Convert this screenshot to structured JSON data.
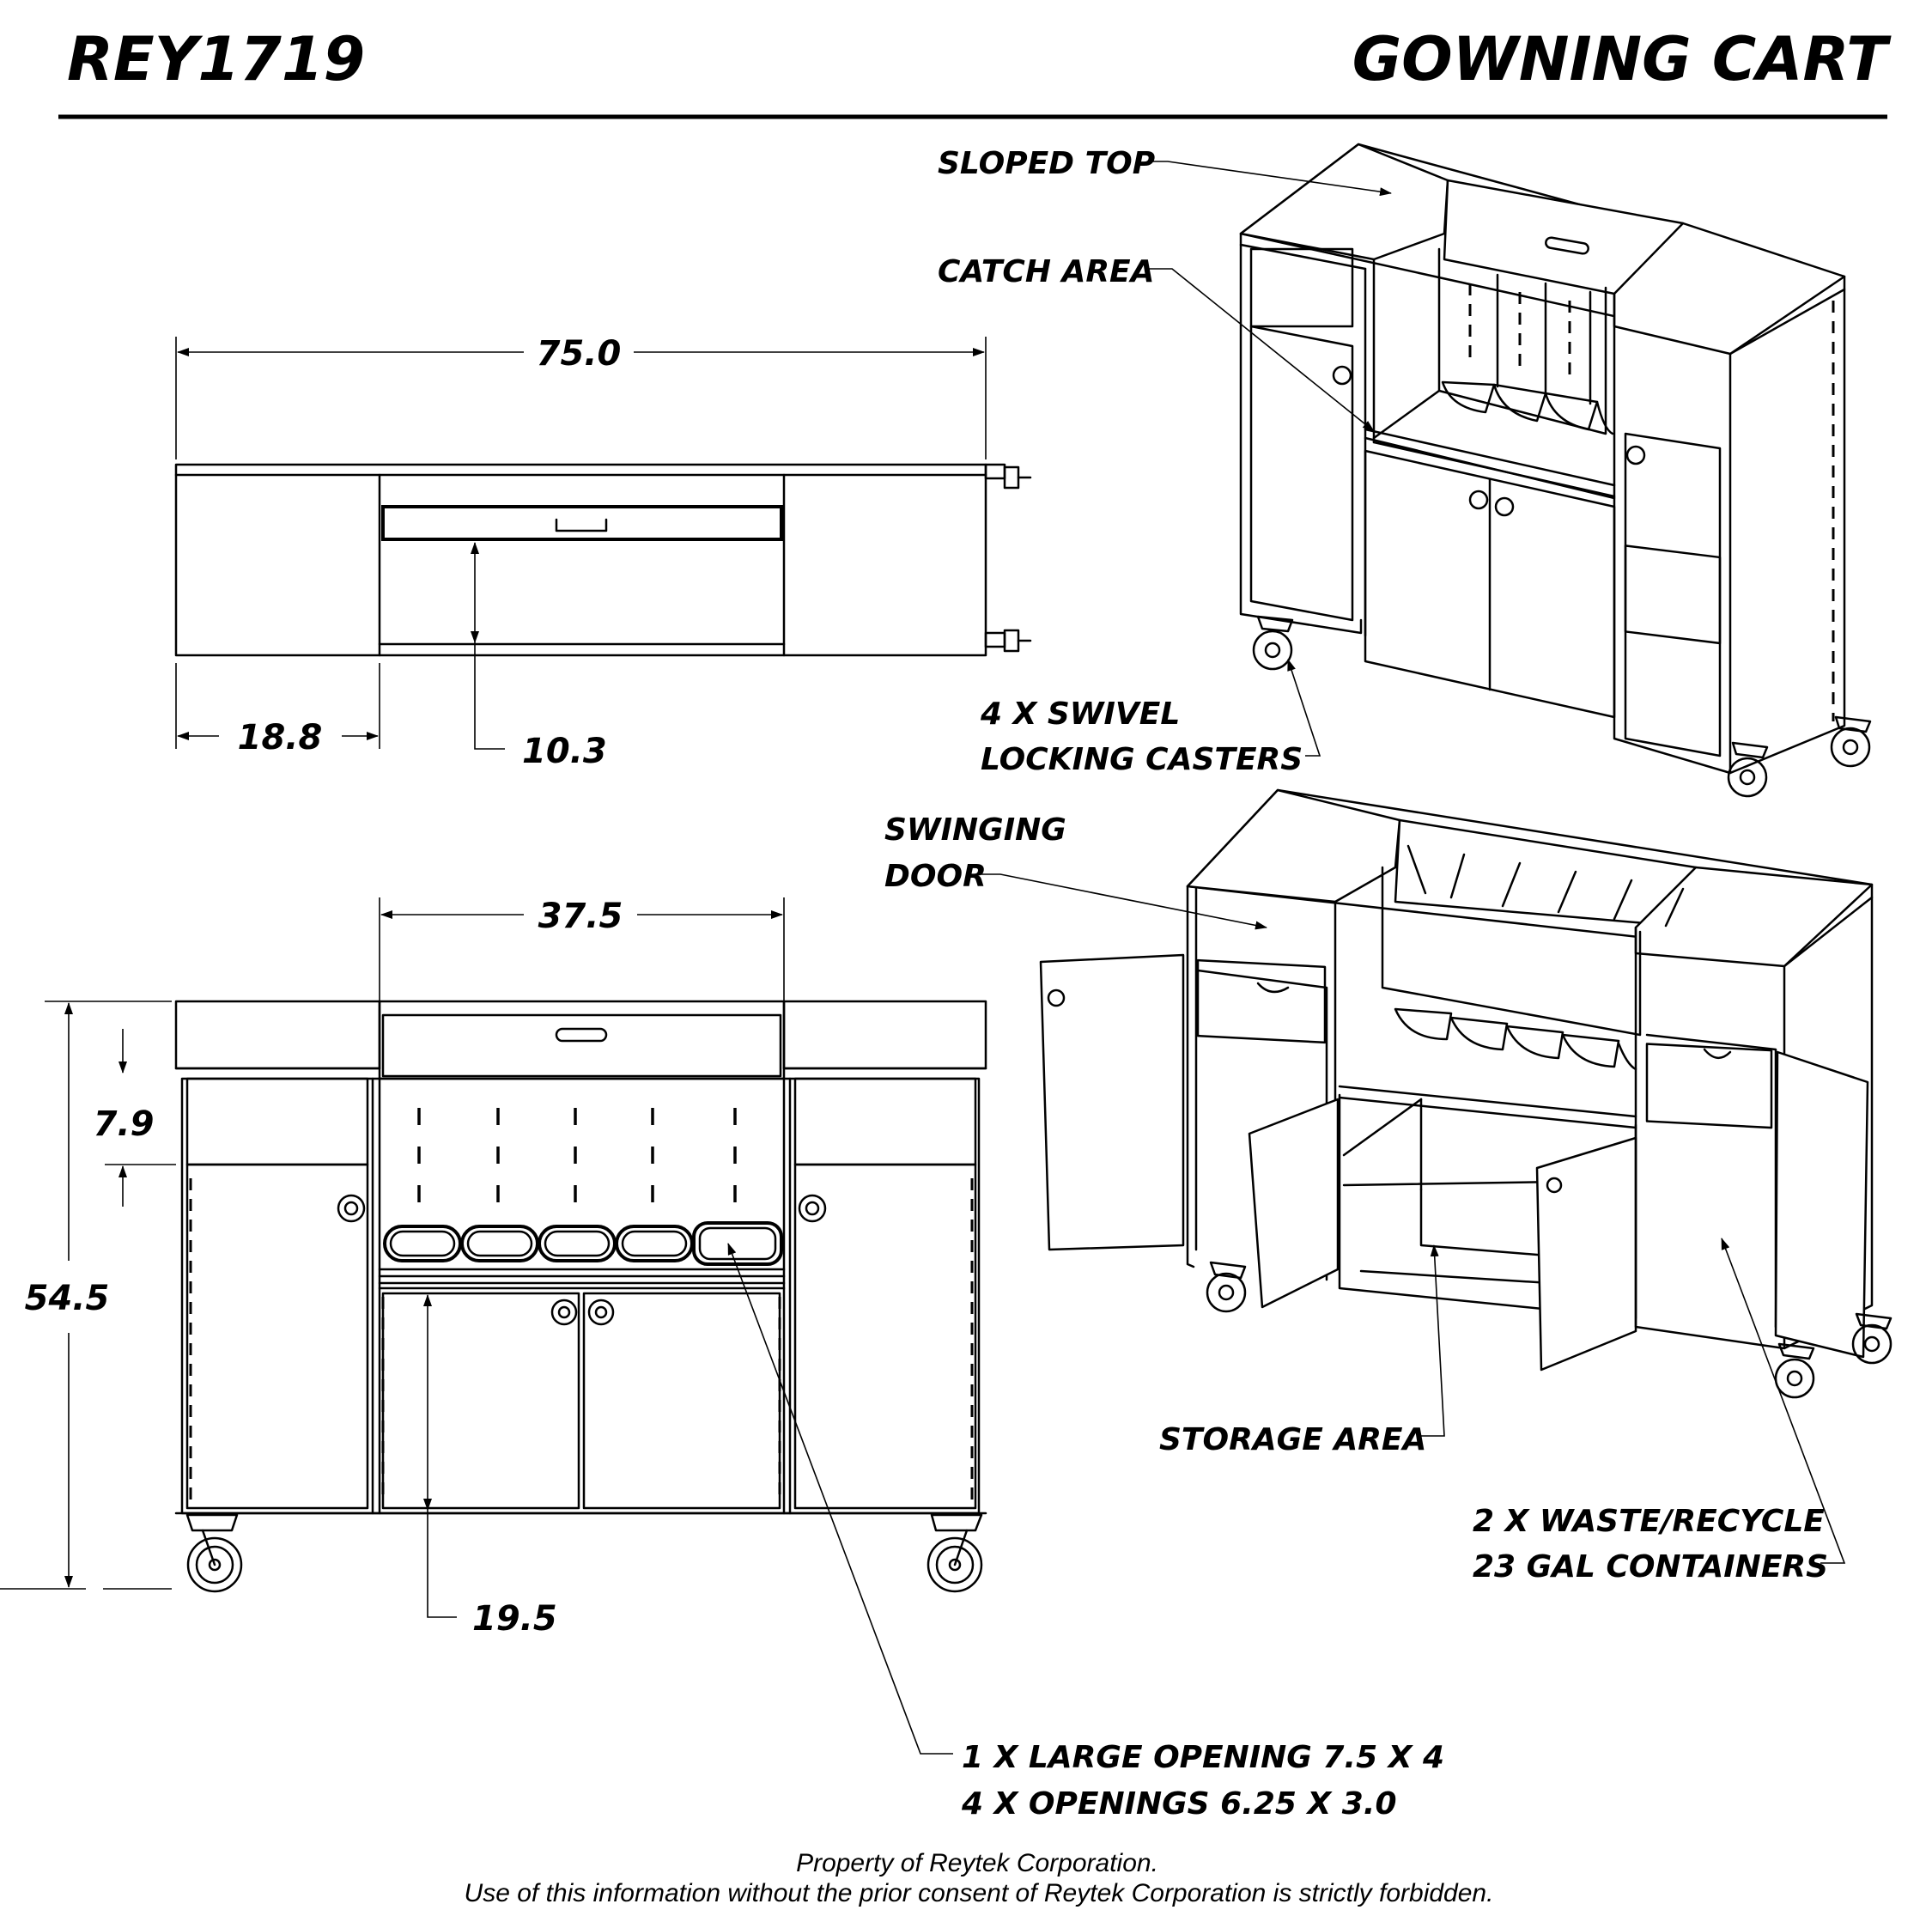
{
  "header": {
    "drawing_number": "REY1719",
    "product_title": "GOWNING CART"
  },
  "top_view": {
    "overall_width": "75.0",
    "end_section_width": "18.8",
    "depth": "10.3"
  },
  "front_view": {
    "center_width": "37.5",
    "top_height": "7.9",
    "overall_height": "54.5",
    "lower_height": "19.5"
  },
  "callouts": {
    "sloped_top": "SLOPED TOP",
    "catch_area": "CATCH AREA",
    "casters_line1": "4 X SWIVEL",
    "casters_line2": "LOCKING CASTERS",
    "swinging_door_line1": "SWINGING",
    "swinging_door_line2": "DOOR",
    "storage_area": "STORAGE AREA",
    "waste_line1": "2 X WASTE/RECYCLE",
    "waste_line2": "23 GAL CONTAINERS",
    "openings_line1": "1 X LARGE OPENING 7.5 X 4",
    "openings_line2": "4 X OPENINGS 6.25 X 3.0"
  },
  "footer": {
    "line1": "Property of Reytek Corporation.",
    "line2": "Use of this information without the prior consent of Reytek Corporation is strictly forbidden."
  }
}
